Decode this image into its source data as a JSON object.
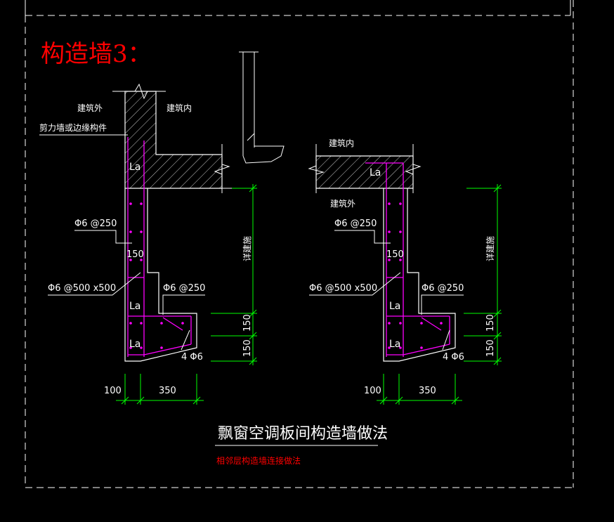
{
  "colors": {
    "background": "#000000",
    "frame": "#ffffff",
    "concrete": "#ffffff",
    "rebar": "#ff00ff",
    "dimension": "#00ff00",
    "title_red": "#ff0000",
    "text": "#ffffff"
  },
  "header": {
    "title": "构造墙3："
  },
  "left_detail": {
    "outside_label": "建筑外",
    "inside_label": "建筑内",
    "member_label": "剪力墙或边缘构件",
    "la_top": "La",
    "la_mid": "La",
    "la_bot": "La",
    "rebar_top": "Φ6 @250",
    "rebar_mesh": "Φ6 @500 x500",
    "rebar_bottom": "Φ6 @250",
    "bars": "4 Φ6",
    "dim_150_a": "150",
    "dim_150_b": "150",
    "dim_150_c": "150",
    "dim_height": "详建施",
    "dim_100": "100",
    "dim_350": "350"
  },
  "right_detail": {
    "inside_label": "建筑内",
    "outside_label": "建筑外",
    "la_top": "La",
    "la_mid": "La",
    "la_bot": "La",
    "rebar_top": "Φ6 @250",
    "rebar_mesh": "Φ6 @500 x500",
    "rebar_bottom": "Φ6 @250",
    "bars": "4 Φ6",
    "dim_150_a": "150",
    "dim_150_b": "150",
    "dim_150_c": "150",
    "dim_height": "详建施",
    "dim_100": "100",
    "dim_350": "350"
  },
  "footer": {
    "caption": "飘窗空调板间构造墙做法",
    "note": "相邻层构造墙连接做法"
  }
}
